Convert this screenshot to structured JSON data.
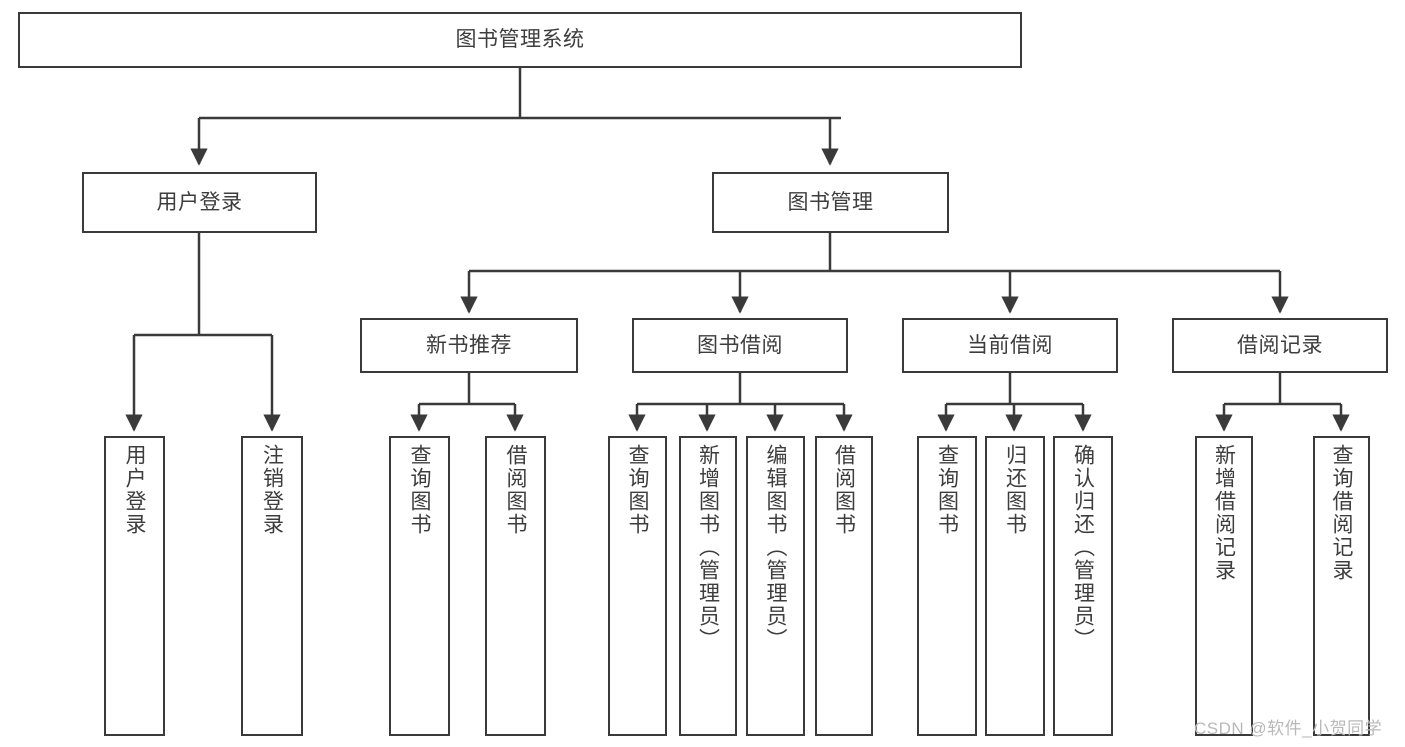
{
  "diagram": {
    "title": "图书管理系统",
    "root": {
      "label": "图书管理系统"
    },
    "level2": [
      {
        "label": "用户登录"
      },
      {
        "label": "图书管理"
      }
    ],
    "level3": [
      {
        "label": "新书推荐"
      },
      {
        "label": "图书借阅"
      },
      {
        "label": "当前借阅"
      },
      {
        "label": "借阅记录"
      }
    ],
    "leaves": {
      "user_login": [
        {
          "label": "用户登录"
        },
        {
          "label": "注销登录"
        }
      ],
      "new_books": [
        {
          "label": "查询图书"
        },
        {
          "label": "借阅图书"
        }
      ],
      "book_borrow": [
        {
          "label": "查询图书"
        },
        {
          "label": "新增图书（管理员）"
        },
        {
          "label": "编辑图书（管理员）"
        },
        {
          "label": "借阅图书"
        }
      ],
      "current_borrow": [
        {
          "label": "查询图书"
        },
        {
          "label": "归还图书"
        },
        {
          "label": "确认归还（管理员）"
        }
      ],
      "borrow_records": [
        {
          "label": "新增借阅记录"
        },
        {
          "label": "查询借阅记录"
        }
      ]
    }
  },
  "watermark": {
    "text": "CSDN @软件_小贺同学"
  },
  "colors": {
    "stroke": "#3a3a3a",
    "text": "#3d3d3d",
    "background": "#ffffff",
    "watermark": "#b9b9b9"
  }
}
